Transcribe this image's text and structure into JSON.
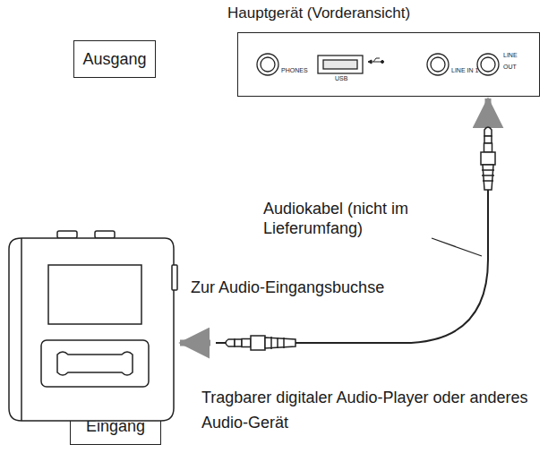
{
  "diagram": {
    "nodes": [
      {
        "text": [
          "Ausgang"
        ]
      },
      {
        "text": [
          "Hauptgerät (Vorderansicht)",
          "PHONES",
          "USB",
          "LINE IN 1",
          "LINE OUT"
        ]
      },
      {
        "text": [
          "Eingang"
        ]
      },
      {
        "text": [
          "Tragbarer digitaler Audio-Player oder anderes Audio-Gerät"
        ]
      }
    ],
    "edges": [
      {
        "from": 1,
        "to": 3,
        "arrow": "both"
      }
    ],
    "labels": [
      "Audiokabel (nicht im Lieferumfang)",
      "Zur Audio-Eingangsbuchse"
    ]
  }
}
